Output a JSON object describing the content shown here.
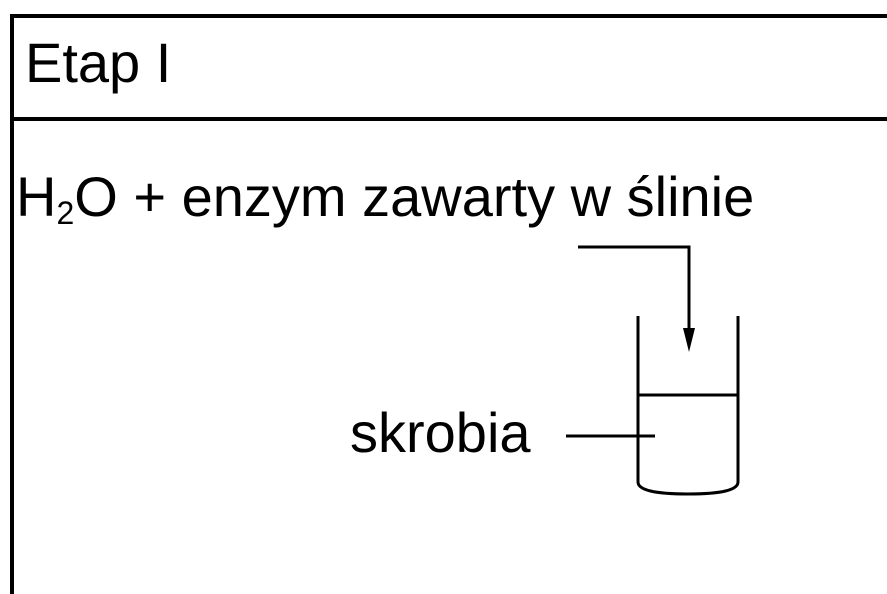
{
  "stage": {
    "title": "Etap I"
  },
  "equation": {
    "water_main": "H",
    "water_subscript": "2",
    "water_tail": "O",
    "rest": " + enzym zawarty w ślinie"
  },
  "labels": {
    "substance": "skrobia"
  },
  "colors": {
    "ink": "#000000",
    "background": "#ffffff"
  }
}
